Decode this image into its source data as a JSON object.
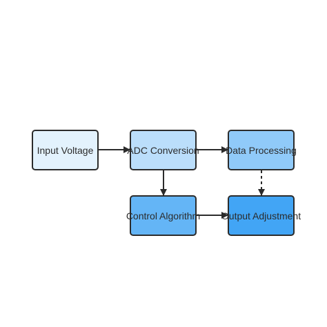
{
  "nodes": {
    "input_voltage": {
      "label": "Input Voltage",
      "fill": "#e3f2fd"
    },
    "adc_conversion": {
      "label": "ADC Conversion",
      "fill": "#bbdefb"
    },
    "data_processing": {
      "label": "Data Processing",
      "fill": "#90caf9"
    },
    "control_algorithm": {
      "label": "Control Algorithm",
      "fill": "#64b5f6"
    },
    "output_adjustment": {
      "label": "Output Adjustment",
      "fill": "#42a5f5"
    }
  },
  "edges": [
    {
      "from": "Input Voltage",
      "to": "ADC Conversion",
      "style": "solid"
    },
    {
      "from": "ADC Conversion",
      "to": "Data Processing",
      "style": "solid"
    },
    {
      "from": "ADC Conversion",
      "to": "Control Algorithm",
      "style": "solid"
    },
    {
      "from": "Data Processing",
      "to": "Output Adjustment",
      "style": "dashed"
    },
    {
      "from": "Control Algorithm",
      "to": "Output Adjustment",
      "style": "solid"
    }
  ],
  "colors": {
    "stroke": "#2b2b2b",
    "text": "#2b2b2b"
  }
}
